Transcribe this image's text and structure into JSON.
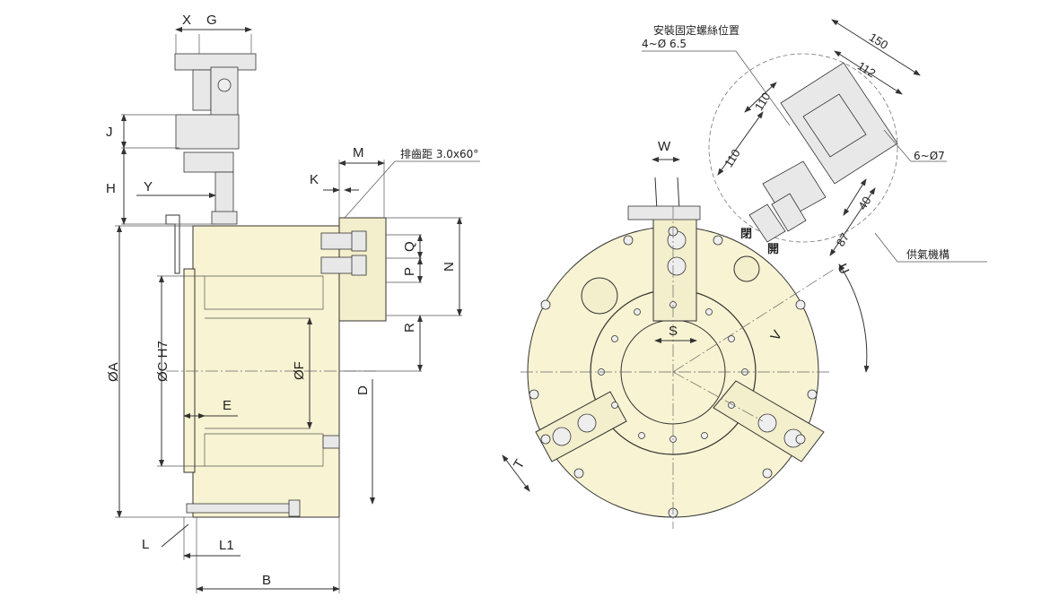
{
  "side_view": {
    "labels": {
      "X": "X",
      "G": "G",
      "J": "J",
      "H": "H",
      "Y": "Y",
      "M": "M",
      "K": "K",
      "Q": "Q",
      "P": "P",
      "N": "N",
      "R": "R",
      "D": "D",
      "phiA": "ØA",
      "phiC": "ØC H7",
      "phiF": "ØF",
      "E": "E",
      "L": "L",
      "L1": "L1",
      "B": "B"
    },
    "chamfer_note": "排齒距  3.0x60°"
  },
  "front_view": {
    "labels": {
      "W": "W",
      "S": "S",
      "T": "T",
      "U": "U",
      "V": "V"
    },
    "mount_note_line1": "安裝固定螺絲位置",
    "mount_note_line2": "4~Ø 6.5",
    "holes_note": "6~Ø7",
    "supply_note": "供氣機構",
    "open_label": "開",
    "close_label": "閉",
    "dims": {
      "d150": "150",
      "d112": "112",
      "d110a": "110",
      "d110b": "110",
      "d40": "40",
      "d87": "87"
    }
  }
}
